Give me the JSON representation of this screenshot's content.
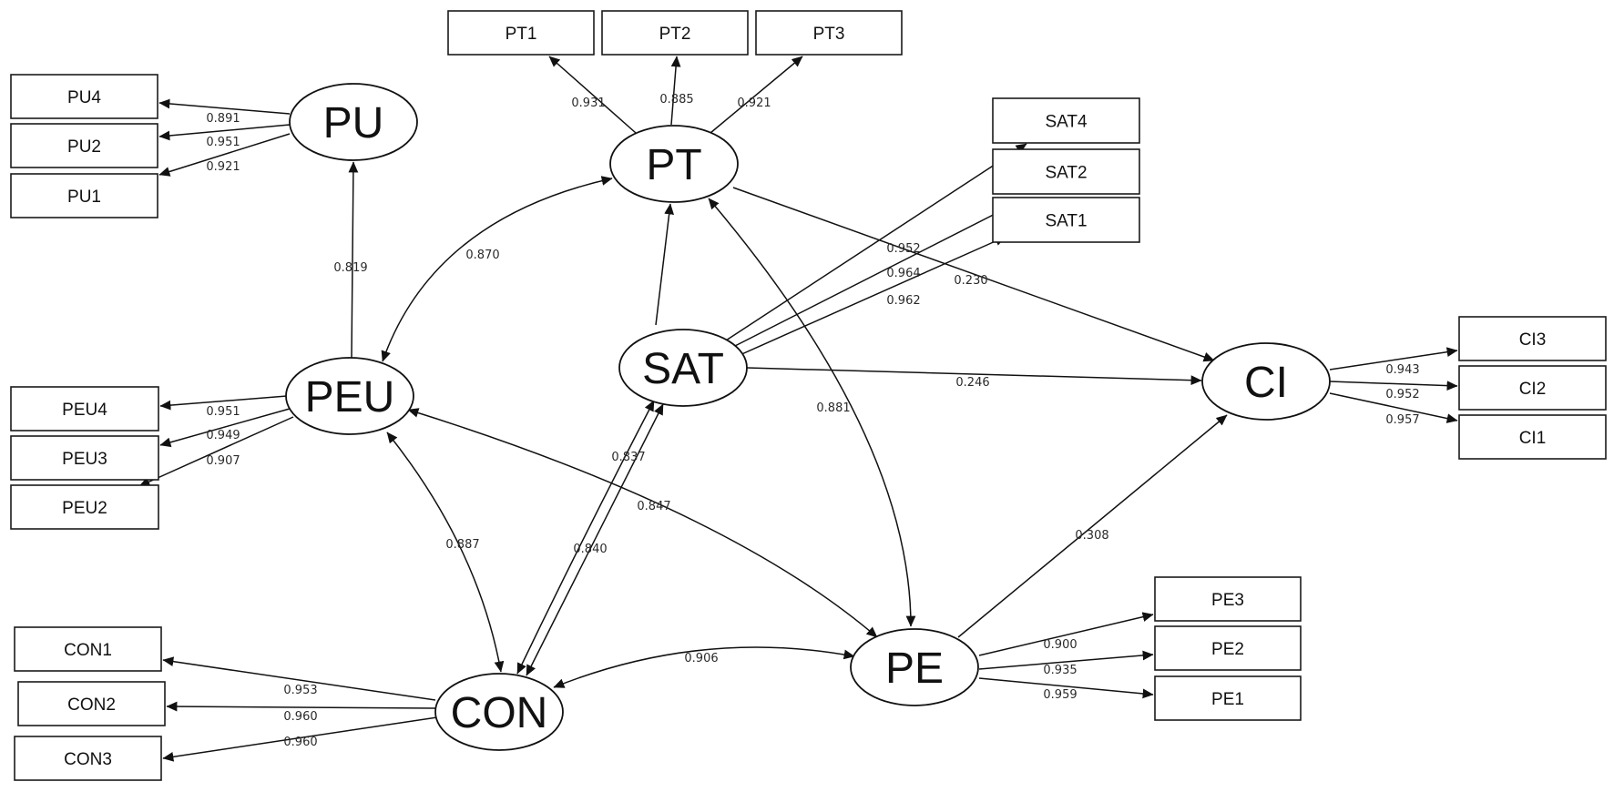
{
  "constructs": [
    {
      "id": "PU",
      "label": "PU"
    },
    {
      "id": "PT",
      "label": "PT"
    },
    {
      "id": "PEU",
      "label": "PEU"
    },
    {
      "id": "SAT",
      "label": "SAT"
    },
    {
      "id": "CI",
      "label": "CI"
    },
    {
      "id": "PE",
      "label": "PE"
    },
    {
      "id": "CON",
      "label": "CON"
    }
  ],
  "indicators": [
    {
      "id": "PT1",
      "label": "PT1"
    },
    {
      "id": "PT2",
      "label": "PT2"
    },
    {
      "id": "PT3",
      "label": "PT3"
    },
    {
      "id": "PU4",
      "label": "PU4"
    },
    {
      "id": "PU2",
      "label": "PU2"
    },
    {
      "id": "PU1",
      "label": "PU1"
    },
    {
      "id": "SAT4",
      "label": "SAT4"
    },
    {
      "id": "SAT2",
      "label": "SAT2"
    },
    {
      "id": "SAT1",
      "label": "SAT1"
    },
    {
      "id": "PEU4",
      "label": "PEU4"
    },
    {
      "id": "PEU3",
      "label": "PEU3"
    },
    {
      "id": "PEU2",
      "label": "PEU2"
    },
    {
      "id": "CI3",
      "label": "CI3"
    },
    {
      "id": "CI2",
      "label": "CI2"
    },
    {
      "id": "CI1",
      "label": "CI1"
    },
    {
      "id": "PE3",
      "label": "PE3"
    },
    {
      "id": "PE2",
      "label": "PE2"
    },
    {
      "id": "PE1",
      "label": "PE1"
    },
    {
      "id": "CON1",
      "label": "CON1"
    },
    {
      "id": "CON2",
      "label": "CON2"
    },
    {
      "id": "CON3",
      "label": "CON3"
    }
  ],
  "loadings": [
    {
      "from": "PT",
      "to": "PT1",
      "value": "0.931"
    },
    {
      "from": "PT",
      "to": "PT2",
      "value": "0.885"
    },
    {
      "from": "PT",
      "to": "PT3",
      "value": "0.921"
    },
    {
      "from": "PU",
      "to": "PU4",
      "value": "0.891"
    },
    {
      "from": "PU",
      "to": "PU2",
      "value": "0.951"
    },
    {
      "from": "PU",
      "to": "PU1",
      "value": "0.921"
    },
    {
      "from": "SAT",
      "to": "SAT4",
      "value": "0.952"
    },
    {
      "from": "SAT",
      "to": "SAT2",
      "value": "0.964"
    },
    {
      "from": "SAT",
      "to": "SAT1",
      "value": "0.962"
    },
    {
      "from": "PEU",
      "to": "PEU4",
      "value": "0.951"
    },
    {
      "from": "PEU",
      "to": "PEU3",
      "value": "0.949"
    },
    {
      "from": "PEU",
      "to": "PEU2",
      "value": "0.907"
    },
    {
      "from": "CI",
      "to": "CI3",
      "value": "0.943"
    },
    {
      "from": "CI",
      "to": "CI2",
      "value": "0.952"
    },
    {
      "from": "CI",
      "to": "CI1",
      "value": "0.957"
    },
    {
      "from": "PE",
      "to": "PE3",
      "value": "0.900"
    },
    {
      "from": "PE",
      "to": "PE2",
      "value": "0.935"
    },
    {
      "from": "PE",
      "to": "PE1",
      "value": "0.959"
    },
    {
      "from": "CON",
      "to": "CON1",
      "value": "0.953"
    },
    {
      "from": "CON",
      "to": "CON2",
      "value": "0.960"
    },
    {
      "from": "CON",
      "to": "CON3",
      "value": "0.960"
    }
  ],
  "structural_paths": [
    {
      "from": "PEU",
      "to": "PU",
      "value": "0.819",
      "bidirectional": false
    },
    {
      "from": "PEU",
      "to": "PT",
      "value": "0.870",
      "bidirectional": true
    },
    {
      "from": "SAT",
      "to": "PT",
      "value": "",
      "bidirectional": false
    },
    {
      "from": "PT",
      "to": "CI",
      "value": "0.230",
      "bidirectional": false
    },
    {
      "from": "SAT",
      "to": "CI",
      "value": "0.246",
      "bidirectional": false
    },
    {
      "from": "PT",
      "to": "PE",
      "value": "0.881",
      "bidirectional": true
    },
    {
      "from": "PEU",
      "to": "PE",
      "value": "0.847",
      "bidirectional": true
    },
    {
      "from": "PEU",
      "to": "CON",
      "value": "0.887",
      "bidirectional": true
    },
    {
      "from": "SAT",
      "to": "CON",
      "value": "0.837",
      "bidirectional": true
    },
    {
      "from": "CON",
      "to": "SAT",
      "value": "0.840",
      "bidirectional": true
    },
    {
      "from": "PE",
      "to": "CI",
      "value": "0.308",
      "bidirectional": false
    },
    {
      "from": "CON",
      "to": "PE",
      "value": "0.906",
      "bidirectional": true
    }
  ]
}
